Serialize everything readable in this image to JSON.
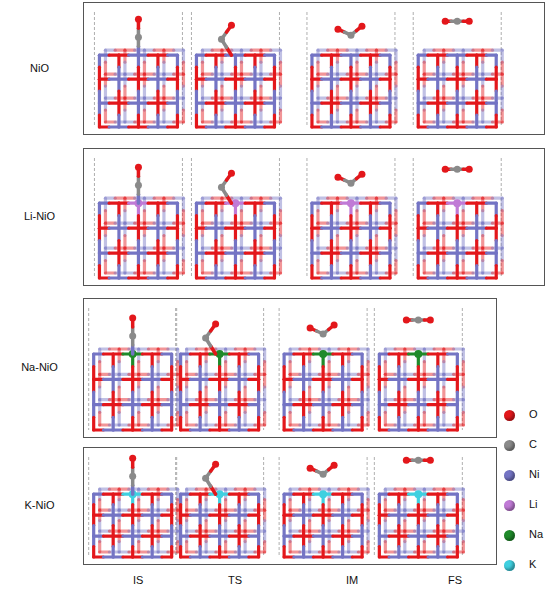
{
  "diagram": {
    "nodes": [
      {
        "text": [
          "NiO"
        ]
      },
      {
        "text": [
          "Li-NiO"
        ]
      },
      {
        "text": [
          "Na-NiO"
        ]
      },
      {
        "text": [
          "K-NiO"
        ]
      }
    ],
    "labels": [
      "IS",
      "TS",
      "IM",
      "FS"
    ],
    "legend": [
      {
        "text": "O",
        "color": "#e3171b"
      },
      {
        "text": "C",
        "color": "#8a8a8a"
      },
      {
        "text": "Ni",
        "color": "#7474c4"
      },
      {
        "text": "Li",
        "color": "#c07ad6"
      },
      {
        "text": "Na",
        "color": "#1f8a2a"
      },
      {
        "text": "K",
        "color": "#3fd0e0"
      }
    ]
  }
}
